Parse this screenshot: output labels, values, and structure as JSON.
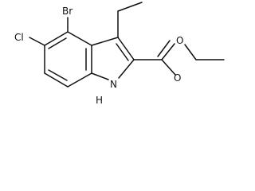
{
  "molecule": {
    "atom_labels": {
      "br": "Br",
      "cl": "Cl",
      "o_carbonyl": "O",
      "o_ester": "O",
      "nh": "N",
      "nh_h": "H"
    }
  }
}
